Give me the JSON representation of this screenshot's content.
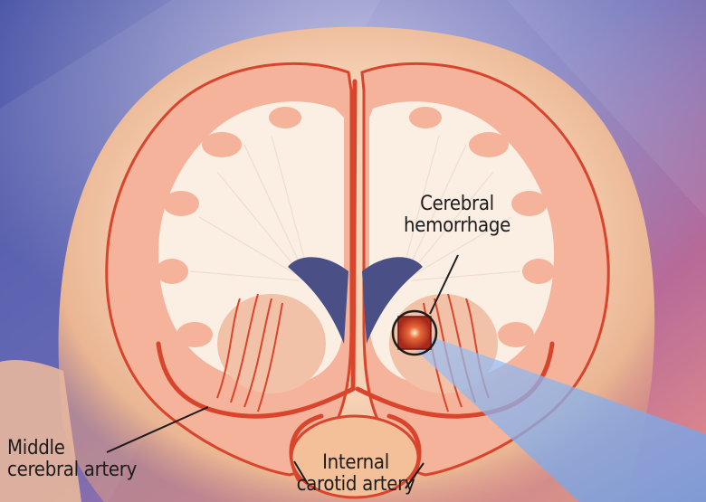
{
  "labels": {
    "hemorrhage": {
      "line1": "Cerebral",
      "line2": "hemorrhage"
    },
    "middle_artery": {
      "line1": "Middle",
      "line2": "cerebral artery"
    },
    "internal_artery": {
      "line1": "Internal",
      "line2": "carotid artery"
    }
  },
  "colors": {
    "background_dark": "#2b3272",
    "background_warm": "#c96a86",
    "head_tissue": "#f2c7a4",
    "cortex": "#f4b79c",
    "white_matter": "#fbeee4",
    "artery": "#d8452c",
    "ventricle": "#4a4f86",
    "hemorrhage": "#c4361e",
    "magnifier_beam": "#8fb6ee"
  }
}
